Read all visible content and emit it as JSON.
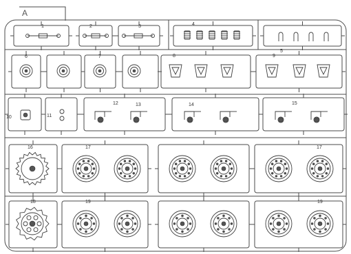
{
  "sprue": {
    "letter": "A",
    "parts": [
      {
        "id": "p1a",
        "number": "1"
      },
      {
        "id": "p2",
        "number": "2"
      },
      {
        "id": "p3",
        "number": "3"
      },
      {
        "id": "p4",
        "number": "4"
      },
      {
        "id": "p5",
        "number": "5"
      },
      {
        "id": "p6",
        "number": "6"
      },
      {
        "id": "p7",
        "number": "7"
      },
      {
        "id": "p8",
        "number": "8"
      },
      {
        "id": "p9",
        "number": "9"
      },
      {
        "id": "p10",
        "number": "10"
      },
      {
        "id": "p11",
        "number": "11"
      },
      {
        "id": "p12",
        "number": "12"
      },
      {
        "id": "p13",
        "number": "13"
      },
      {
        "id": "p14",
        "number": "14"
      },
      {
        "id": "p15",
        "number": "15"
      },
      {
        "id": "p16",
        "number": "16"
      },
      {
        "id": "p17a",
        "number": "17"
      },
      {
        "id": "p17b",
        "number": "17"
      },
      {
        "id": "p18",
        "number": "18"
      },
      {
        "id": "p19a",
        "number": "19"
      },
      {
        "id": "p19b",
        "number": "19"
      }
    ]
  }
}
